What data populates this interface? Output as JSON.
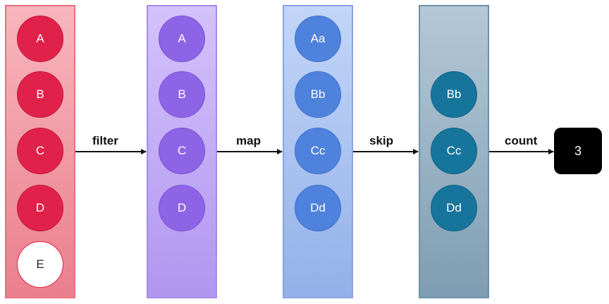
{
  "stages": [
    {
      "items": [
        "A",
        "B",
        "C",
        "D",
        "E"
      ],
      "filtered_out": "E"
    },
    {
      "items": [
        "A",
        "B",
        "C",
        "D"
      ]
    },
    {
      "items": [
        "Aa",
        "Bb",
        "Cc",
        "Dd"
      ]
    },
    {
      "items": [
        "Bb",
        "Cc",
        "Dd"
      ]
    }
  ],
  "operations": [
    "filter",
    "map",
    "skip",
    "count"
  ],
  "result": "3",
  "colors": {
    "stage1": "#e0214a",
    "stage2": "#8e64e6",
    "stage3": "#4e82dc",
    "stage4": "#17759c",
    "result_bg": "#000000"
  }
}
